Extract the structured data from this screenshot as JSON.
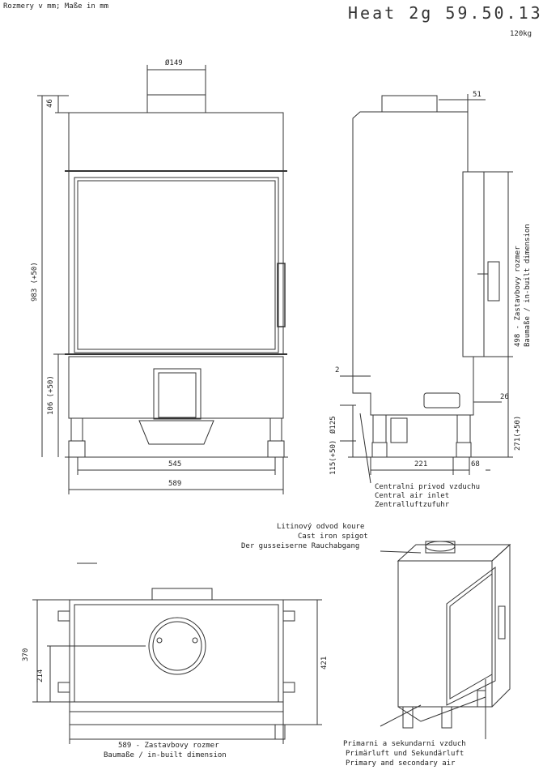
{
  "header": {
    "units_note": "Rozmery v mm; Maße in mm",
    "model": "Heat 2g 59.50.13",
    "weight": "120kg"
  },
  "front_view": {
    "flue_diameter": "Ø149",
    "dim_top": "46",
    "dim_height": "983 (+50)",
    "dim_lower": "106 (+50)",
    "dim_inner_width": "545",
    "dim_outer_width": "589"
  },
  "side_view": {
    "dim_top_right": "51",
    "dim_inbuilt": "498 - Zastavbovy rozmer",
    "dim_inbuilt_de": "Baumaße / in-built dimension",
    "dim_2": "2",
    "dim_air_diameter": "Ø125",
    "dim_115": "115(+50)",
    "dim_26": "26",
    "dim_271": "271(+50)",
    "dim_221": "221",
    "dim_68": "68",
    "air_inlet_cz": "Centralni privod vzduchu",
    "air_inlet_en": "Central air inlet",
    "air_inlet_de": "Zentralluftzufuhr"
  },
  "spigot": {
    "cz": "Litinový odvod koure",
    "en": "Cast iron spigot",
    "de": "Der gusseiserne Rauchabgang"
  },
  "top_view": {
    "dim_370": "370",
    "dim_214": "214",
    "dim_421": "421",
    "dim_589_cz": "589 - Zastavbovy rozmer",
    "dim_589_de": "Baumaße / in-built dimension"
  },
  "air_note": {
    "cz": "Primarni a sekundarni vzduch",
    "de": "Primärluft und Sekundärluft",
    "en": "Primary and secondary air"
  }
}
